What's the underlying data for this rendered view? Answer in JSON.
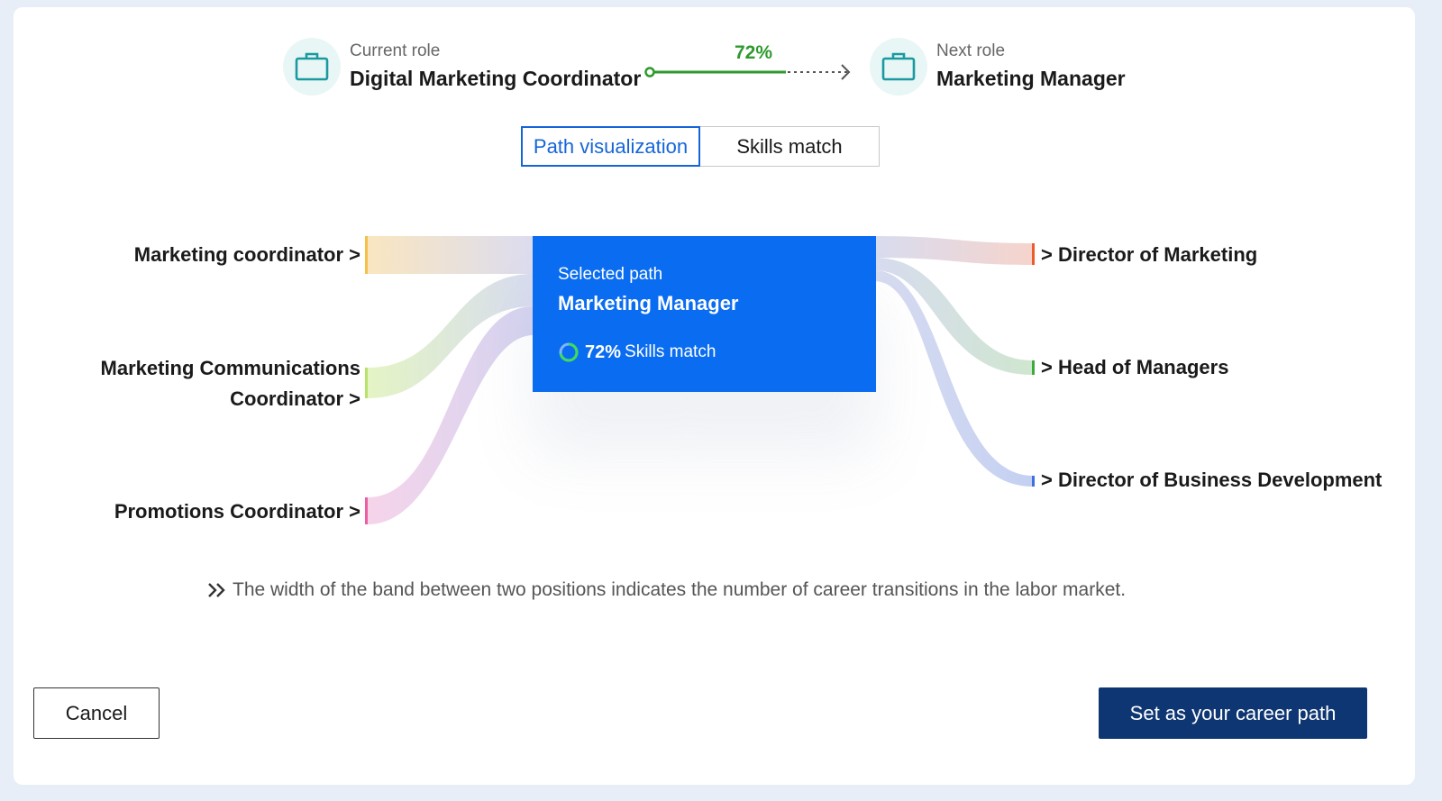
{
  "header": {
    "current_role_caption": "Current role",
    "current_role_name": "Digital Marketing Coordinator",
    "next_role_caption": "Next role",
    "next_role_name": "Marketing Manager",
    "progress_percent_label": "72%",
    "progress_value": 0.72
  },
  "tabs": [
    {
      "label": "Path visualization",
      "active": true
    },
    {
      "label": "Skills match",
      "active": false
    }
  ],
  "sources": [
    {
      "label": "Marketing coordinator >",
      "color": "#f5c04a"
    },
    {
      "label_line1": "Marketing Communications",
      "label_line2": "Coordinator >",
      "color": "#b9e26b"
    },
    {
      "label": "Promotions Coordinator >",
      "color": "#ec5fa4"
    }
  ],
  "targets": [
    {
      "label": "> Director of Marketing",
      "color": "#ef5a2a"
    },
    {
      "label": "> Head of Managers",
      "color": "#3daa3d"
    },
    {
      "label": "> Director of Business Development",
      "color": "#3d6fe0"
    }
  ],
  "selected": {
    "caption": "Selected path",
    "name": "Marketing Manager",
    "match_percent": "72%",
    "match_label": "Skills match",
    "match_value": 0.72
  },
  "note": "The width of the band between two positions indicates the number of career transitions in the labor market.",
  "actions": {
    "cancel": "Cancel",
    "primary": "Set as your career path"
  },
  "colors": {
    "accent": "#1565d8",
    "selected_bg": "#0a6cf0",
    "primary_button": "#0d3672",
    "progress_green": "#2e9a2e"
  }
}
